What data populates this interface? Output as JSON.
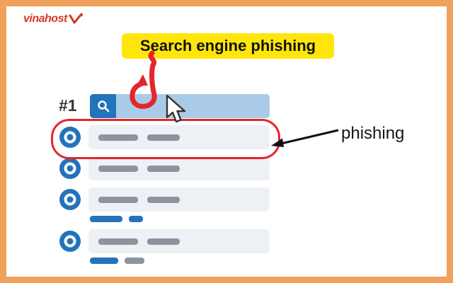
{
  "logo": {
    "text": "vinahost",
    "mark_icon": "check-swoosh-icon"
  },
  "title": {
    "text": "Search engine phishing"
  },
  "search": {
    "rank_label": "#1",
    "button_icon": "search-icon",
    "bar_value": "",
    "cursor_icon": "mouse-cursor-icon",
    "hook_icon": "fish-hook-icon"
  },
  "annotation": {
    "label": "phishing",
    "arrow_icon": "arrow-left-icon"
  },
  "colors": {
    "frame_border": "#F0A25C",
    "title_bg": "#FFE60A",
    "red": "#E3262B",
    "blue": "#2273BB",
    "search_bar_bg": "#A9CBE8",
    "placeholder_gray": "#8D949C",
    "result_bg": "#EDF1F5",
    "text_dark": "#151515"
  },
  "results": {
    "highlighted_index": 0,
    "rows": [
      {
        "bars": [
          56,
          46
        ],
        "links": []
      },
      {
        "bars": [
          56,
          46
        ],
        "links": []
      },
      {
        "bars": [
          56,
          46
        ],
        "links": [
          {
            "w": 46,
            "c": "blue"
          },
          {
            "w": 20,
            "c": "blue"
          }
        ]
      },
      {
        "bars": [
          56,
          46
        ],
        "links": [
          {
            "w": 40,
            "c": "blue"
          },
          {
            "w": 28,
            "c": "gray"
          }
        ]
      }
    ]
  }
}
